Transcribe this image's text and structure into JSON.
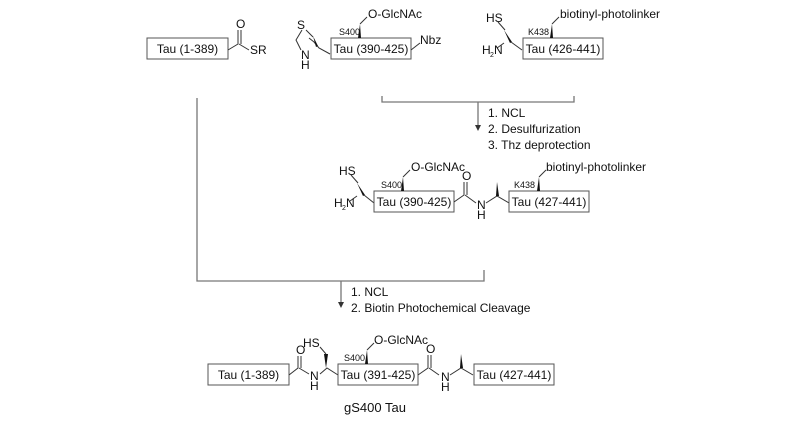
{
  "reactants": {
    "fragment1": {
      "box_label": "Tau (1-389)",
      "c_term_group": "SR",
      "carbonyl_o": "O"
    },
    "fragment2": {
      "box_label": "Tau (390-425)",
      "n_term_group_atoms": {
        "s": "S",
        "n": "N",
        "h": "H"
      },
      "site_label": "S400",
      "modification": "O-GlcNAc",
      "c_term_group": "Nbz"
    },
    "fragment3": {
      "box_label": "Tau (426-441)",
      "thiol": "HS",
      "amine": "H",
      "amine_n": "N",
      "amine_sub": "2",
      "site_label": "K438",
      "modification": "biotinyl-photolinker"
    }
  },
  "step1": {
    "conditions": [
      "1. NCL",
      "2. Desulfurization",
      "3. Thz deprotection"
    ]
  },
  "intermediate": {
    "fragmentA": {
      "box_label": "Tau (390-425)",
      "thiol": "HS",
      "amine": "H",
      "amine_n": "N",
      "amine_sub": "2",
      "site_label": "S400",
      "modification": "O-GlcNAc"
    },
    "linkage": {
      "carbonyl_o": "O",
      "n": "N",
      "h": "H"
    },
    "fragmentB": {
      "box_label": "Tau (427-441)",
      "site_label": "K438",
      "modification": "biotinyl-photolinker"
    }
  },
  "step2": {
    "conditions": [
      "1. NCL",
      "2. Biotin Photochemical Cleavage"
    ]
  },
  "product": {
    "fragment1": {
      "box_label": "Tau (1-389)"
    },
    "linkage1": {
      "carbonyl_o": "O",
      "n": "N",
      "h": "H",
      "thiol": "HS"
    },
    "fragment2": {
      "box_label": "Tau (391-425)",
      "site_label": "S400",
      "modification": "O-GlcNAc"
    },
    "linkage2": {
      "carbonyl_o": "O",
      "n": "N",
      "h": "H"
    },
    "fragment3": {
      "box_label": "Tau (427-441)"
    },
    "name": "gS400 Tau"
  }
}
